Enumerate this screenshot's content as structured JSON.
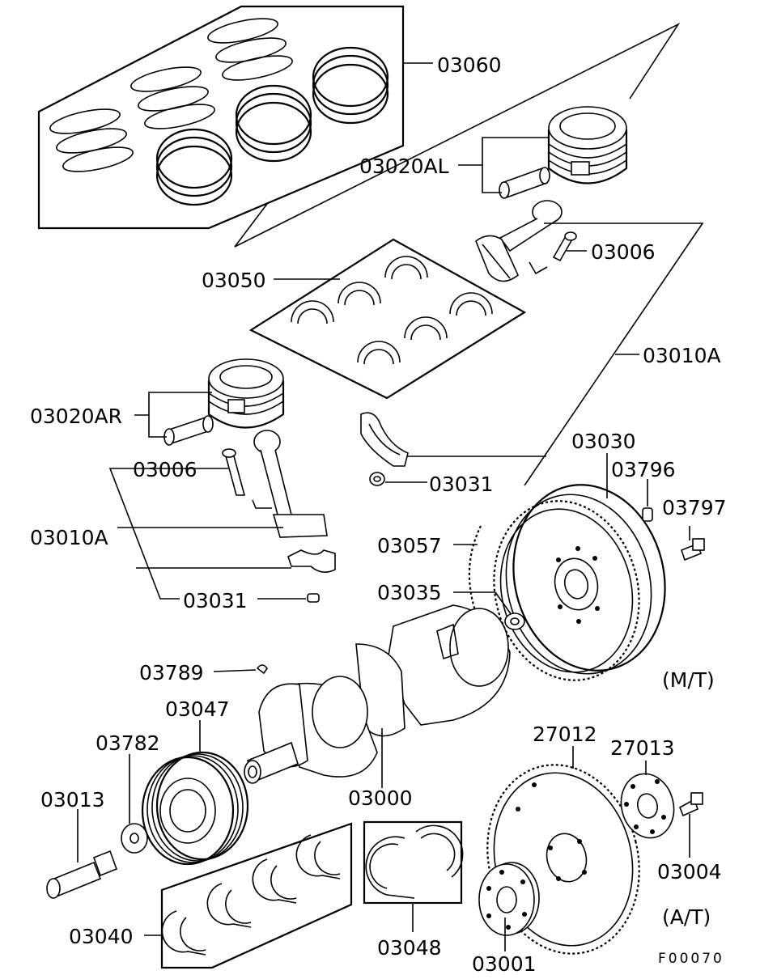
{
  "part_labels": {
    "p03060": "03060",
    "p03020AL": "03020AL",
    "p03006_top": "03006",
    "p03050": "03050",
    "p03010A_right": "03010A",
    "p03020AR": "03020AR",
    "p03030": "03030",
    "p03796": "03796",
    "p03797": "03797",
    "p03006_left": "03006",
    "p03031_right": "03031",
    "p03010A_left": "03010A",
    "p03057": "03057",
    "p03035": "03035",
    "p03031_left": "03031",
    "p03789": "03789",
    "p03047": "03047",
    "p03782": "03782",
    "p03013": "03013",
    "p03000": "03000",
    "p27012": "27012",
    "p27013": "27013",
    "p03004": "03004",
    "p03040": "03040",
    "p03048": "03048",
    "p03001": "03001"
  },
  "notes": {
    "mt": "(M/T)",
    "at": "(A/T)",
    "figure_code": "F00070"
  }
}
